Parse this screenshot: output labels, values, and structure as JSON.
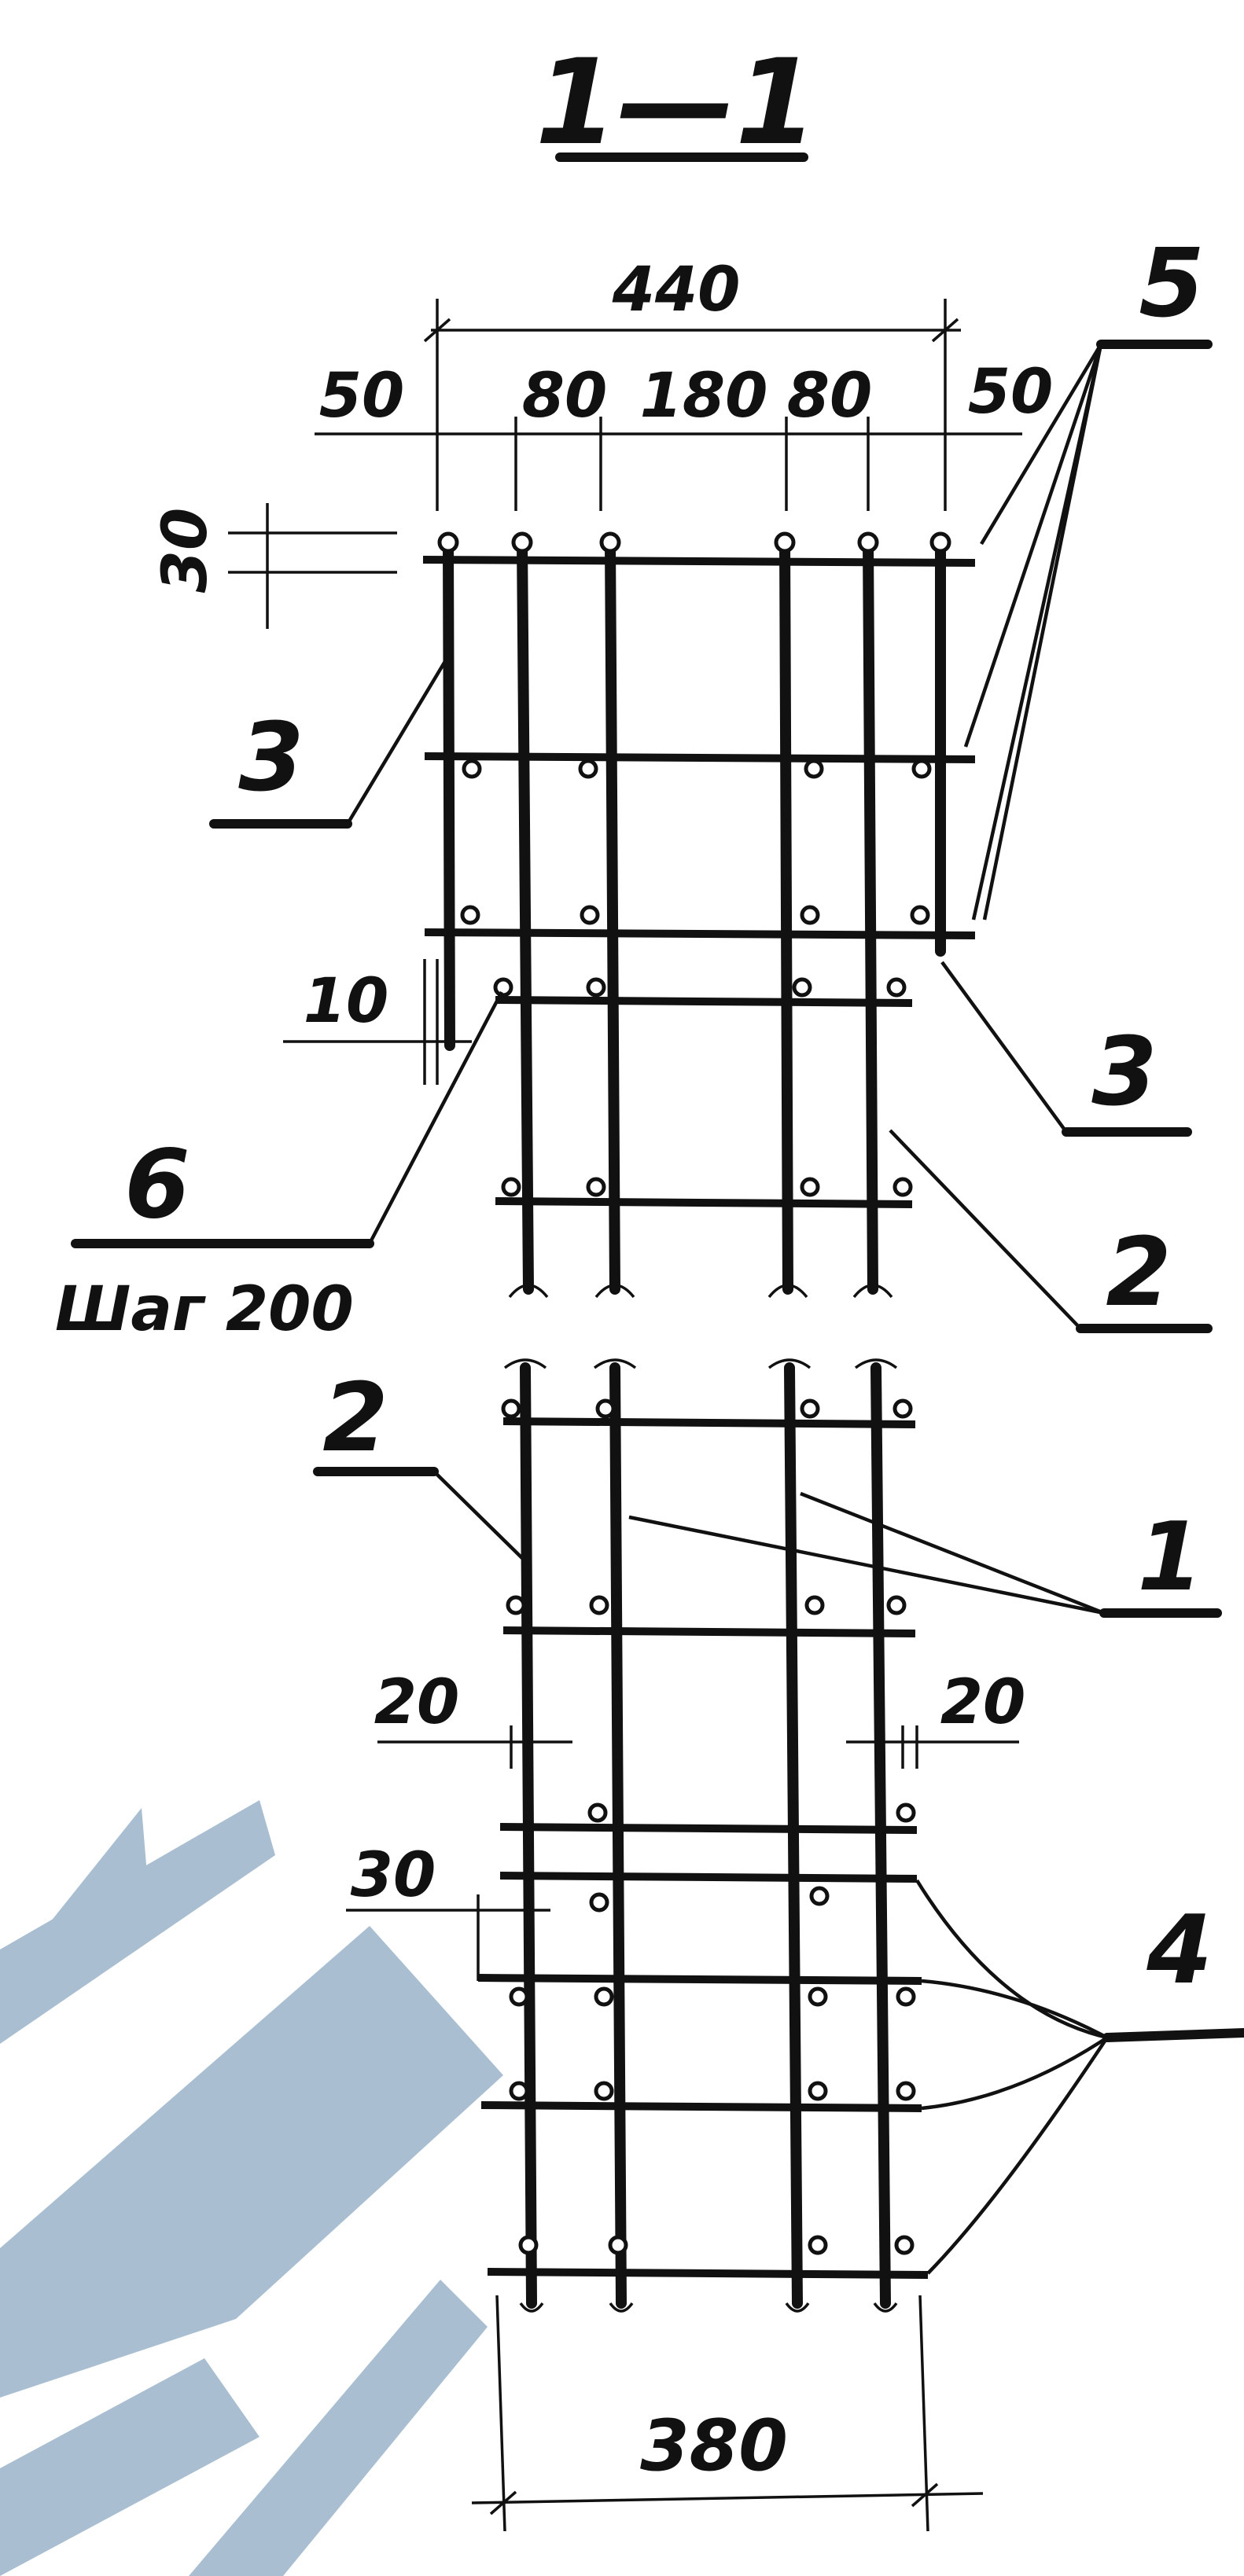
{
  "section_label": "1—1",
  "dimensions": {
    "overall_top": "440",
    "seg_left": "50",
    "seg_80_left": "80",
    "seg_center": "180",
    "seg_80_right": "80",
    "seg_right": "50",
    "vertical_30": "30",
    "offset_10": "10",
    "offset_20_left": "20",
    "offset_20_right": "20",
    "offset_30_lower": "30",
    "overall_bottom": "380"
  },
  "callouts": {
    "c1": "1",
    "c2_lower": "2",
    "c2_upper": "2",
    "c3_left": "3",
    "c3_right": "3",
    "c4": "4",
    "c5": "5",
    "c6": "6"
  },
  "notes": {
    "spacing": "Шаг 200"
  },
  "colors": {
    "ink": "#111111",
    "watermark": "#a9bfd1"
  }
}
